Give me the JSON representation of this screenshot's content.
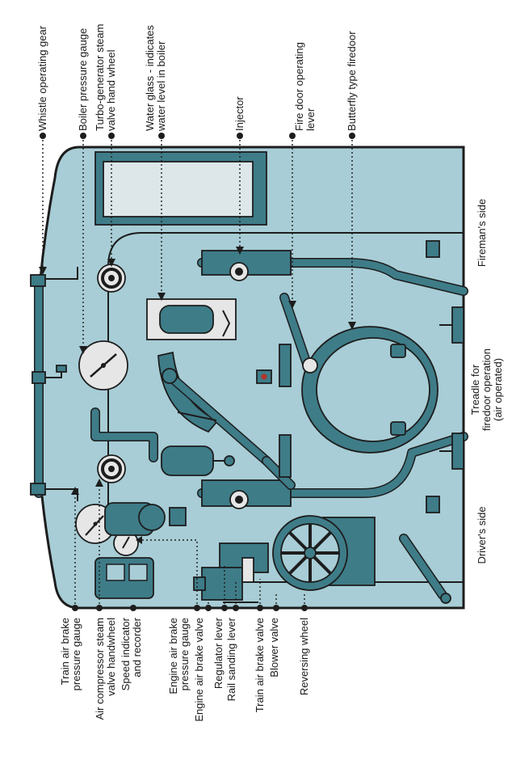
{
  "labels_top": [
    {
      "id": "whistle",
      "text": "Whistle operating gear"
    },
    {
      "id": "boiler-gauge",
      "text": "Boiler pressure gauge"
    },
    {
      "id": "turbo-l1",
      "text": "Turbo-generator steam"
    },
    {
      "id": "turbo-l2",
      "text": "valve hand wheel"
    },
    {
      "id": "water-l1",
      "text": "Water glass - indicates"
    },
    {
      "id": "water-l2",
      "text": "water level in boiler"
    },
    {
      "id": "injector",
      "text": "Injector"
    },
    {
      "id": "firedoor-l1",
      "text": "Fire door operating"
    },
    {
      "id": "firedoor-l2",
      "text": "lever"
    },
    {
      "id": "butterfly",
      "text": "Butterfly type firedoor"
    }
  ],
  "labels_bottom": [
    {
      "id": "train-gauge-l1",
      "text": "Train air brake"
    },
    {
      "id": "train-gauge-l2",
      "text": "pressure gauge"
    },
    {
      "id": "aircomp-l1",
      "text": "Air compressor steam"
    },
    {
      "id": "aircomp-l2",
      "text": "valve handwheel"
    },
    {
      "id": "speed-l1",
      "text": "Speed indicator"
    },
    {
      "id": "speed-l2",
      "text": "and recorder"
    },
    {
      "id": "eng-gauge-l1",
      "text": "Engine air brake"
    },
    {
      "id": "eng-gauge-l2",
      "text": "pressure gauge"
    },
    {
      "id": "eng-valve",
      "text": "Engine air brake valve"
    },
    {
      "id": "regulator",
      "text": "Regulator lever"
    },
    {
      "id": "sanding",
      "text": "Rail sanding lever"
    },
    {
      "id": "train-valve",
      "text": "Train air brake valve"
    },
    {
      "id": "blower",
      "text": "Blower valve"
    },
    {
      "id": "reversing",
      "text": "Reversing wheel"
    }
  ],
  "side_labels": [
    {
      "id": "driver",
      "text": "Driver's side"
    },
    {
      "id": "treadle-l1",
      "text": "Treadle for"
    },
    {
      "id": "treadle-l2",
      "text": "firedoor operation"
    },
    {
      "id": "treadle-l3",
      "text": "(air operated)"
    },
    {
      "id": "fireman",
      "text": "Fireman's  side"
    }
  ],
  "colors": {
    "cab": "#a8cdd6",
    "parts": "#3e7c88",
    "outline": "#1d1d1d",
    "gauge_face": "#e6e6e6"
  }
}
